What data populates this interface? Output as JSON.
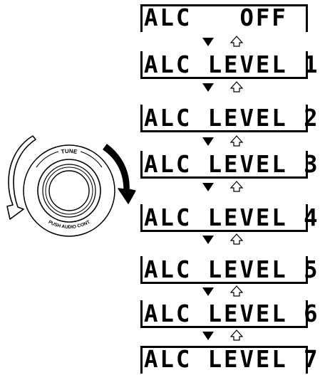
{
  "knob": {
    "top_label": "TUNE",
    "bottom_label": "PUSH AUDIO CONT"
  },
  "displays": [
    {
      "text": "ALC   OFF"
    },
    {
      "text": "ALC LEVEL 1"
    },
    {
      "text": "ALC LEVEL 2"
    },
    {
      "text": "ALC LEVEL 3"
    },
    {
      "text": "ALC LEVEL 4"
    },
    {
      "text": "ALC LEVEL 5"
    },
    {
      "text": "ALC LEVEL 6"
    },
    {
      "text": "ALC LEVEL 7"
    }
  ],
  "colors": {
    "ink": "#000000",
    "background": "#ffffff"
  },
  "icons": {
    "step_down": "down-arrow-filled-icon",
    "step_up": "up-arrow-outline-icon",
    "turn_clockwise": "clockwise-arrow-icon",
    "turn_counterclockwise": "counterclockwise-arrow-icon"
  }
}
